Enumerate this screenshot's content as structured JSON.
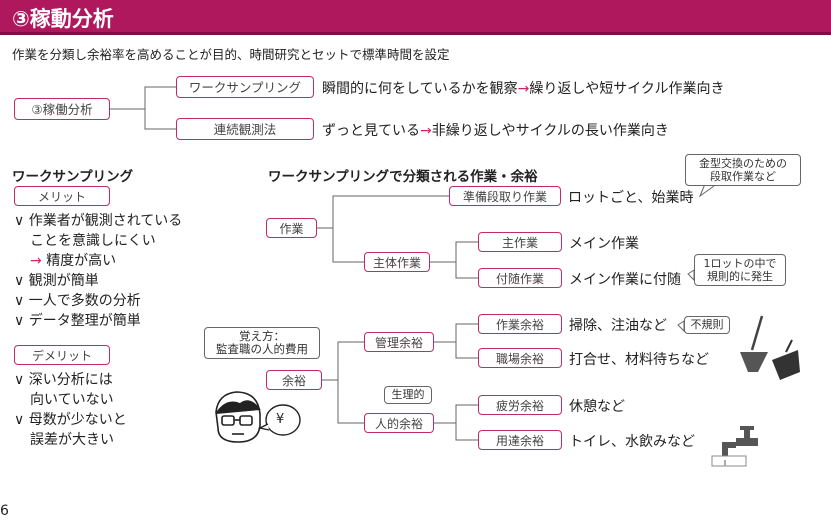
{
  "header": {
    "title": "③稼動分析"
  },
  "subtitle": "作業を分類し余裕率を高めることが目的、時間研究とセットで標準時間を設定",
  "top_tree": {
    "root": "③稼働分析",
    "branch1": {
      "label": "ワークサンプリング",
      "desc_a": "瞬間的に何をしているかを観察",
      "desc_b": "繰り返しや短サイクル作業向き"
    },
    "branch2": {
      "label": "連続観測法",
      "desc_a": "ずっと見ている",
      "desc_b": "非繰り返しやサイクルの長い作業向き"
    },
    "arrow": "→"
  },
  "left_panel": {
    "heading": "ワークサンプリング",
    "merit_label": "メリット",
    "merits": [
      "作業者が観測されている",
      "ことを意識しにくい",
      "精度が高い",
      "観測が簡単",
      "一人で多数の分析",
      "データ整理が簡単"
    ],
    "demerit_label": "デメリット",
    "demerits": [
      "深い分析には",
      "向いていない",
      "母数が少ないと",
      "誤差が大きい"
    ],
    "check": "∨",
    "arrow": "→"
  },
  "classification": {
    "heading": "ワークサンプリングで分類される作業・余裕",
    "work": "作業",
    "prep": "準備段取り作業",
    "prep_desc": "ロットごと、始業時",
    "prep_note_1": "金型交換のための",
    "prep_note_2": "段取作業など",
    "main_work": "主体作業",
    "main": "主作業",
    "main_desc": "メイン作業",
    "incidental": "付随作業",
    "incidental_desc": "メイン作業に付随",
    "incidental_note_1": "1ロットの中で",
    "incidental_note_2": "規則的に発生",
    "allowance": "余裕",
    "mgmt": "管理余裕",
    "work_allow": "作業余裕",
    "work_allow_desc": "掃除、注油など",
    "irregular": "不規則",
    "workplace_allow": "職場余裕",
    "workplace_allow_desc": "打合せ、材料待ちなど",
    "personal": "人的余裕",
    "physio": "生理的",
    "fatigue": "疲労余裕",
    "fatigue_desc": "休憩など",
    "errand": "用達余裕",
    "errand_desc": "トイレ、水飲みなど",
    "memo_1": "覚え方：",
    "memo_2": "監査職の人的費用",
    "yen_bubble": "¥"
  },
  "page_number": "6"
}
